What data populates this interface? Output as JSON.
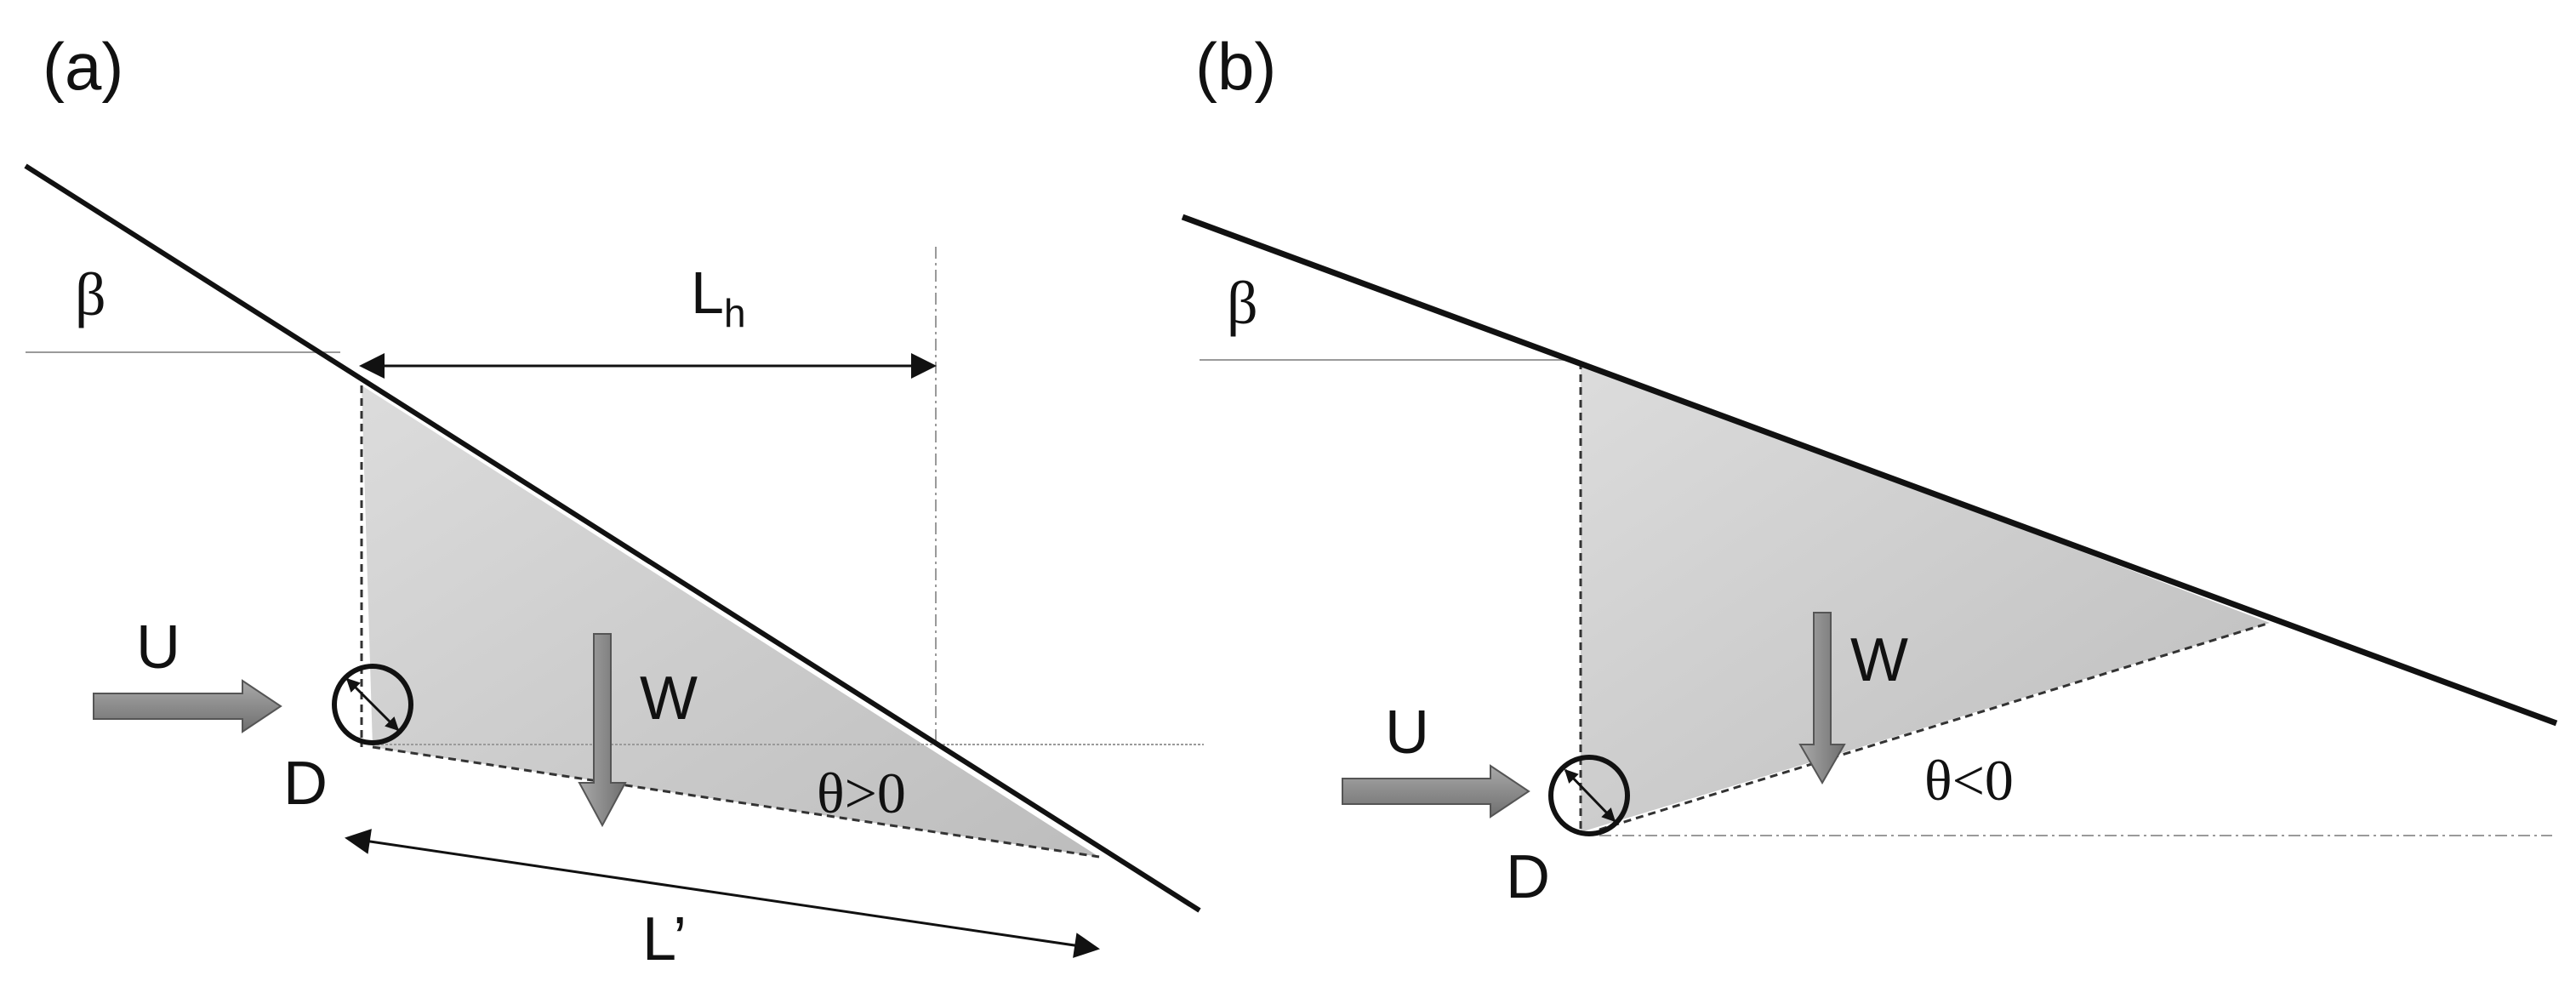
{
  "panels": [
    {
      "id": "a",
      "panel_label": "(a)",
      "beta_label": "β",
      "lh_label": "L",
      "lh_subscript": "h",
      "u_label": "U",
      "d_label": "D",
      "w_label": "W",
      "theta_label": "θ>0",
      "lprime_label": "L’"
    },
    {
      "id": "b",
      "panel_label": "(b)",
      "beta_label": "β",
      "u_label": "U",
      "d_label": "D",
      "w_label": "W",
      "theta_label": "θ<0"
    }
  ],
  "colors": {
    "wedge_fill": "#cfcfcf",
    "arrow_fill": "#8a8a8a",
    "line": "#111111",
    "guide": "#9a9a9a"
  }
}
